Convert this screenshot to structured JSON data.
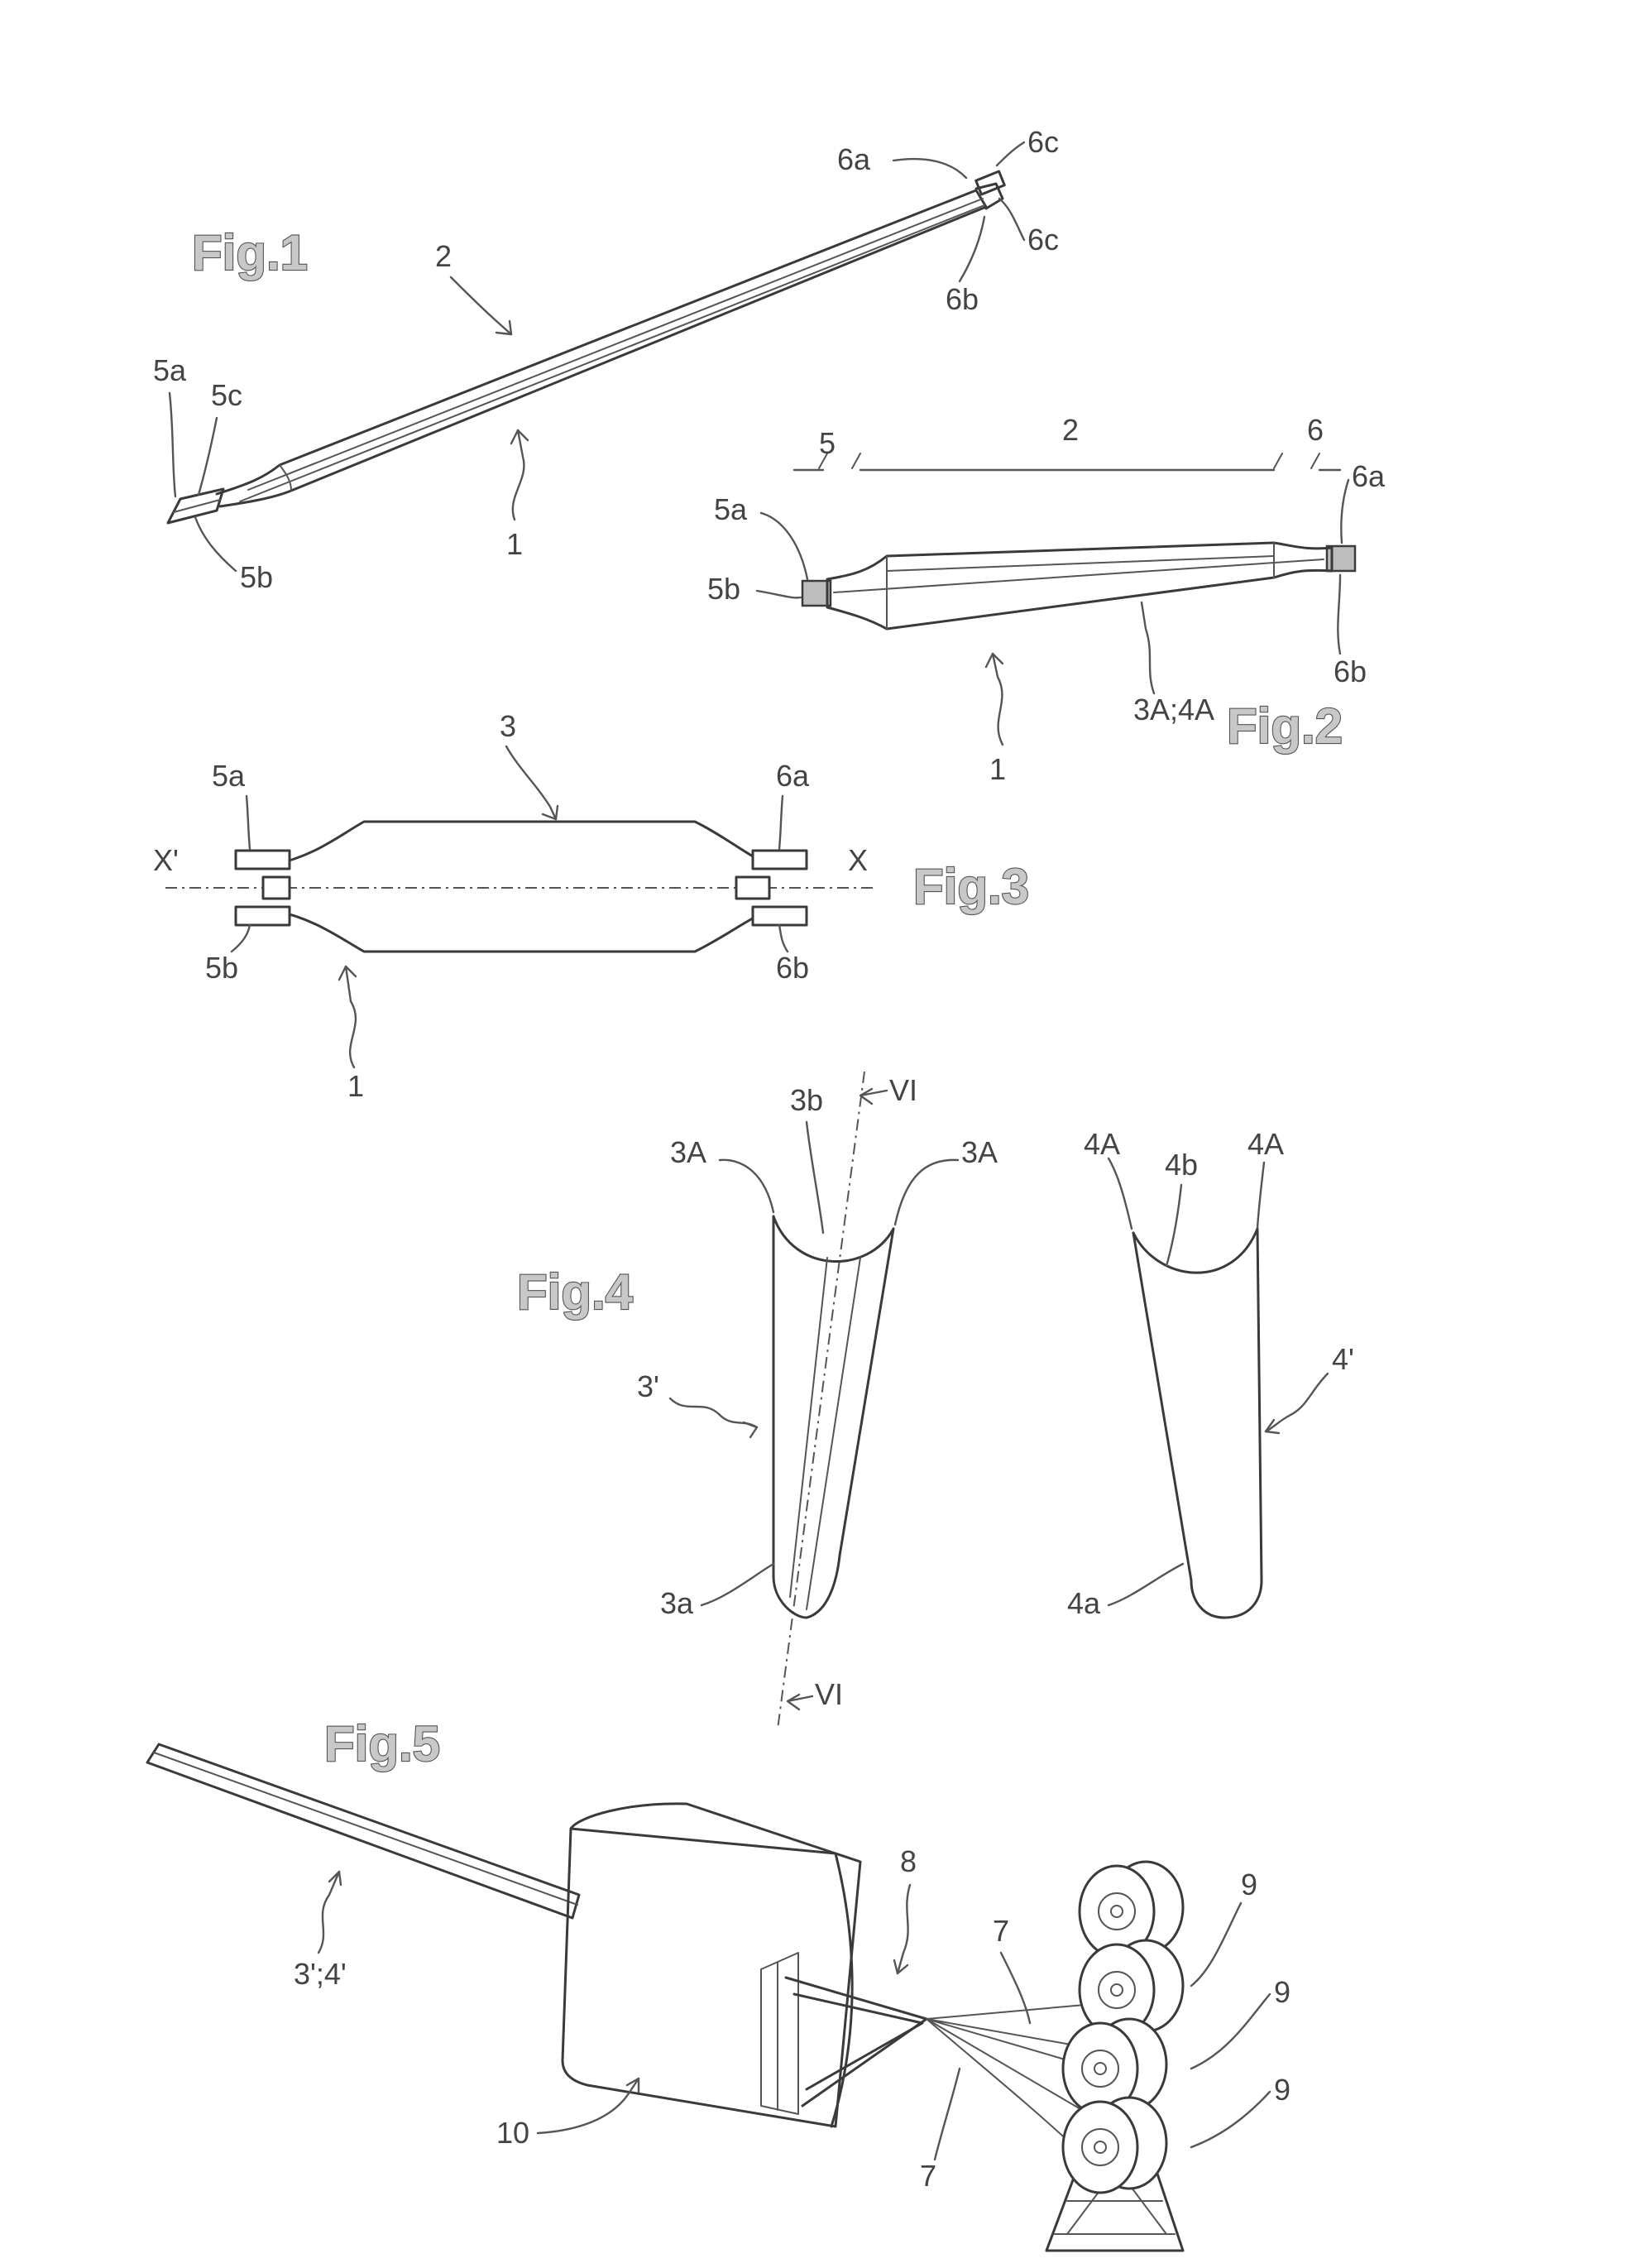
{
  "figures": {
    "fig1": {
      "title": "Fig.1",
      "labels": {
        "l2": "2",
        "l6a": "6a",
        "l6c_top": "6c",
        "l6c_bottom": "6c",
        "l6b": "6b",
        "l5a": "5a",
        "l5c": "5c",
        "l5b": "5b",
        "l1": "1"
      }
    },
    "fig2": {
      "title": "Fig.2",
      "labels": {
        "l5": "5",
        "l2": "2",
        "l6": "6",
        "l5a": "5a",
        "l6a": "6a",
        "l5b": "5b",
        "l3a4a": "3A;4A",
        "l6b": "6b",
        "l1": "1"
      }
    },
    "fig3": {
      "title": "Fig.3",
      "labels": {
        "l3": "3",
        "l5a": "5a",
        "l6a": "6a",
        "lXp": "X'",
        "lX": "X",
        "l5b": "5b",
        "l6b": "6b",
        "l1": "1"
      }
    },
    "fig4": {
      "title": "Fig.4",
      "labels": {
        "l3b": "3b",
        "lVI_top": "VI",
        "l3A_left": "3A",
        "l3A_right": "3A",
        "l4A_left": "4A",
        "l4b": "4b",
        "l4A_right": "4A",
        "l3p": "3'",
        "l4p": "4'",
        "l3a": "3a",
        "l4a": "4a",
        "lVI_bottom": "VI"
      }
    },
    "fig5": {
      "title": "Fig.5",
      "labels": {
        "l8": "8",
        "l7_top": "7",
        "l9_a": "9",
        "l9_b": "9",
        "l9_c": "9",
        "l3p4p": "3';4'",
        "l10": "10",
        "l7_bottom": "7"
      }
    }
  }
}
